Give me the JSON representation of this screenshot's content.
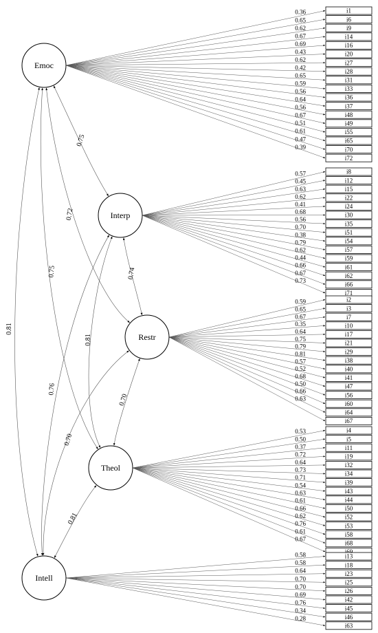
{
  "factors": [
    {
      "id": "Emoc",
      "label": "Emoc",
      "items": [
        {
          "id": "i1",
          "loading": "0.36"
        },
        {
          "id": "i6",
          "loading": "0.65"
        },
        {
          "id": "i9",
          "loading": "0.62"
        },
        {
          "id": "i14",
          "loading": "0.67"
        },
        {
          "id": "i16",
          "loading": "0.69"
        },
        {
          "id": "i20",
          "loading": "0.43"
        },
        {
          "id": "i27",
          "loading": "0.62"
        },
        {
          "id": "i28",
          "loading": "0.42"
        },
        {
          "id": "i31",
          "loading": "0.65"
        },
        {
          "id": "i33",
          "loading": "0.59"
        },
        {
          "id": "i36",
          "loading": "0.56"
        },
        {
          "id": "i37",
          "loading": "0.64"
        },
        {
          "id": "i48",
          "loading": "0.56"
        },
        {
          "id": "i49",
          "loading": "0.67"
        },
        {
          "id": "i55",
          "loading": "0.51"
        },
        {
          "id": "i65",
          "loading": "0.61"
        },
        {
          "id": "i70",
          "loading": "0.47"
        },
        {
          "id": "i72",
          "loading": "0.39"
        }
      ]
    },
    {
      "id": "Interp",
      "label": "Interp",
      "items": [
        {
          "id": "i8",
          "loading": "0.57"
        },
        {
          "id": "i12",
          "loading": "0.45"
        },
        {
          "id": "i15",
          "loading": "0.63"
        },
        {
          "id": "i22",
          "loading": "0.62"
        },
        {
          "id": "i24",
          "loading": "0.41"
        },
        {
          "id": "i30",
          "loading": "0.68"
        },
        {
          "id": "i35",
          "loading": "0.56"
        },
        {
          "id": "i51",
          "loading": "0.70"
        },
        {
          "id": "i54",
          "loading": "0.38"
        },
        {
          "id": "i57",
          "loading": "0.79"
        },
        {
          "id": "i59",
          "loading": "0.62"
        },
        {
          "id": "i61",
          "loading": "0.44"
        },
        {
          "id": "i62",
          "loading": "0.66"
        },
        {
          "id": "i66",
          "loading": "0.67"
        },
        {
          "id": "i71",
          "loading": "0.73"
        }
      ]
    },
    {
      "id": "Restr",
      "label": "Restr",
      "items": [
        {
          "id": "i2",
          "loading": "0.59"
        },
        {
          "id": "i3",
          "loading": "0.65"
        },
        {
          "id": "i7",
          "loading": "0.67"
        },
        {
          "id": "i10",
          "loading": "0.35"
        },
        {
          "id": "i17",
          "loading": "0.64"
        },
        {
          "id": "i21",
          "loading": "0.75"
        },
        {
          "id": "i29",
          "loading": "0.79"
        },
        {
          "id": "i38",
          "loading": "0.81"
        },
        {
          "id": "i40",
          "loading": "0.57"
        },
        {
          "id": "i41",
          "loading": "0.52"
        },
        {
          "id": "i47",
          "loading": "0.68"
        },
        {
          "id": "i56",
          "loading": "0.50"
        },
        {
          "id": "i60",
          "loading": "0.66"
        },
        {
          "id": "i64",
          "loading": "0.63"
        },
        {
          "id": "i67",
          "loading": ""
        }
      ]
    },
    {
      "id": "Theol",
      "label": "Theol",
      "items": [
        {
          "id": "i4",
          "loading": "0.53"
        },
        {
          "id": "i5",
          "loading": "0.50"
        },
        {
          "id": "i11",
          "loading": "0.37"
        },
        {
          "id": "i19",
          "loading": "0.72"
        },
        {
          "id": "i32",
          "loading": "0.64"
        },
        {
          "id": "i34",
          "loading": "0.73"
        },
        {
          "id": "i39",
          "loading": "0.71"
        },
        {
          "id": "i43",
          "loading": "0.54"
        },
        {
          "id": "i44",
          "loading": "0.63"
        },
        {
          "id": "i50",
          "loading": "0.61"
        },
        {
          "id": "i52",
          "loading": "0.66"
        },
        {
          "id": "i53",
          "loading": "0.62"
        },
        {
          "id": "i58",
          "loading": "0.76"
        },
        {
          "id": "i68",
          "loading": "0.61"
        },
        {
          "id": "i69",
          "loading": "0.67"
        }
      ]
    },
    {
      "id": "Intell",
      "label": "Intell",
      "items": [
        {
          "id": "i13",
          "loading": "0.58"
        },
        {
          "id": "i18",
          "loading": "0.58"
        },
        {
          "id": "i23",
          "loading": "0.64"
        },
        {
          "id": "i25",
          "loading": "0.70"
        },
        {
          "id": "i26",
          "loading": "0.70"
        },
        {
          "id": "i42",
          "loading": "0.69"
        },
        {
          "id": "i45",
          "loading": "0.76"
        },
        {
          "id": "i46",
          "loading": "0.34"
        },
        {
          "id": "i63",
          "loading": "0.28"
        }
      ]
    }
  ],
  "correlations": [
    {
      "from": "Emoc",
      "to": "Interp",
      "value": "0.75"
    },
    {
      "from": "Emoc",
      "to": "Restr",
      "value": "0.72"
    },
    {
      "from": "Emoc",
      "to": "Theol",
      "value": "0.75"
    },
    {
      "from": "Emoc",
      "to": "Intell",
      "value": "0.81"
    },
    {
      "from": "Interp",
      "to": "Restr",
      "value": "0.74"
    },
    {
      "from": "Interp",
      "to": "Theol",
      "value": "0.81"
    },
    {
      "from": "Interp",
      "to": "Intell",
      "value": "0.76"
    },
    {
      "from": "Restr",
      "to": "Theol",
      "value": "0.70"
    },
    {
      "from": "Restr",
      "to": "Intell",
      "value": "0.70"
    },
    {
      "from": "Theol",
      "to": "Intell",
      "value": "0.81"
    }
  ]
}
